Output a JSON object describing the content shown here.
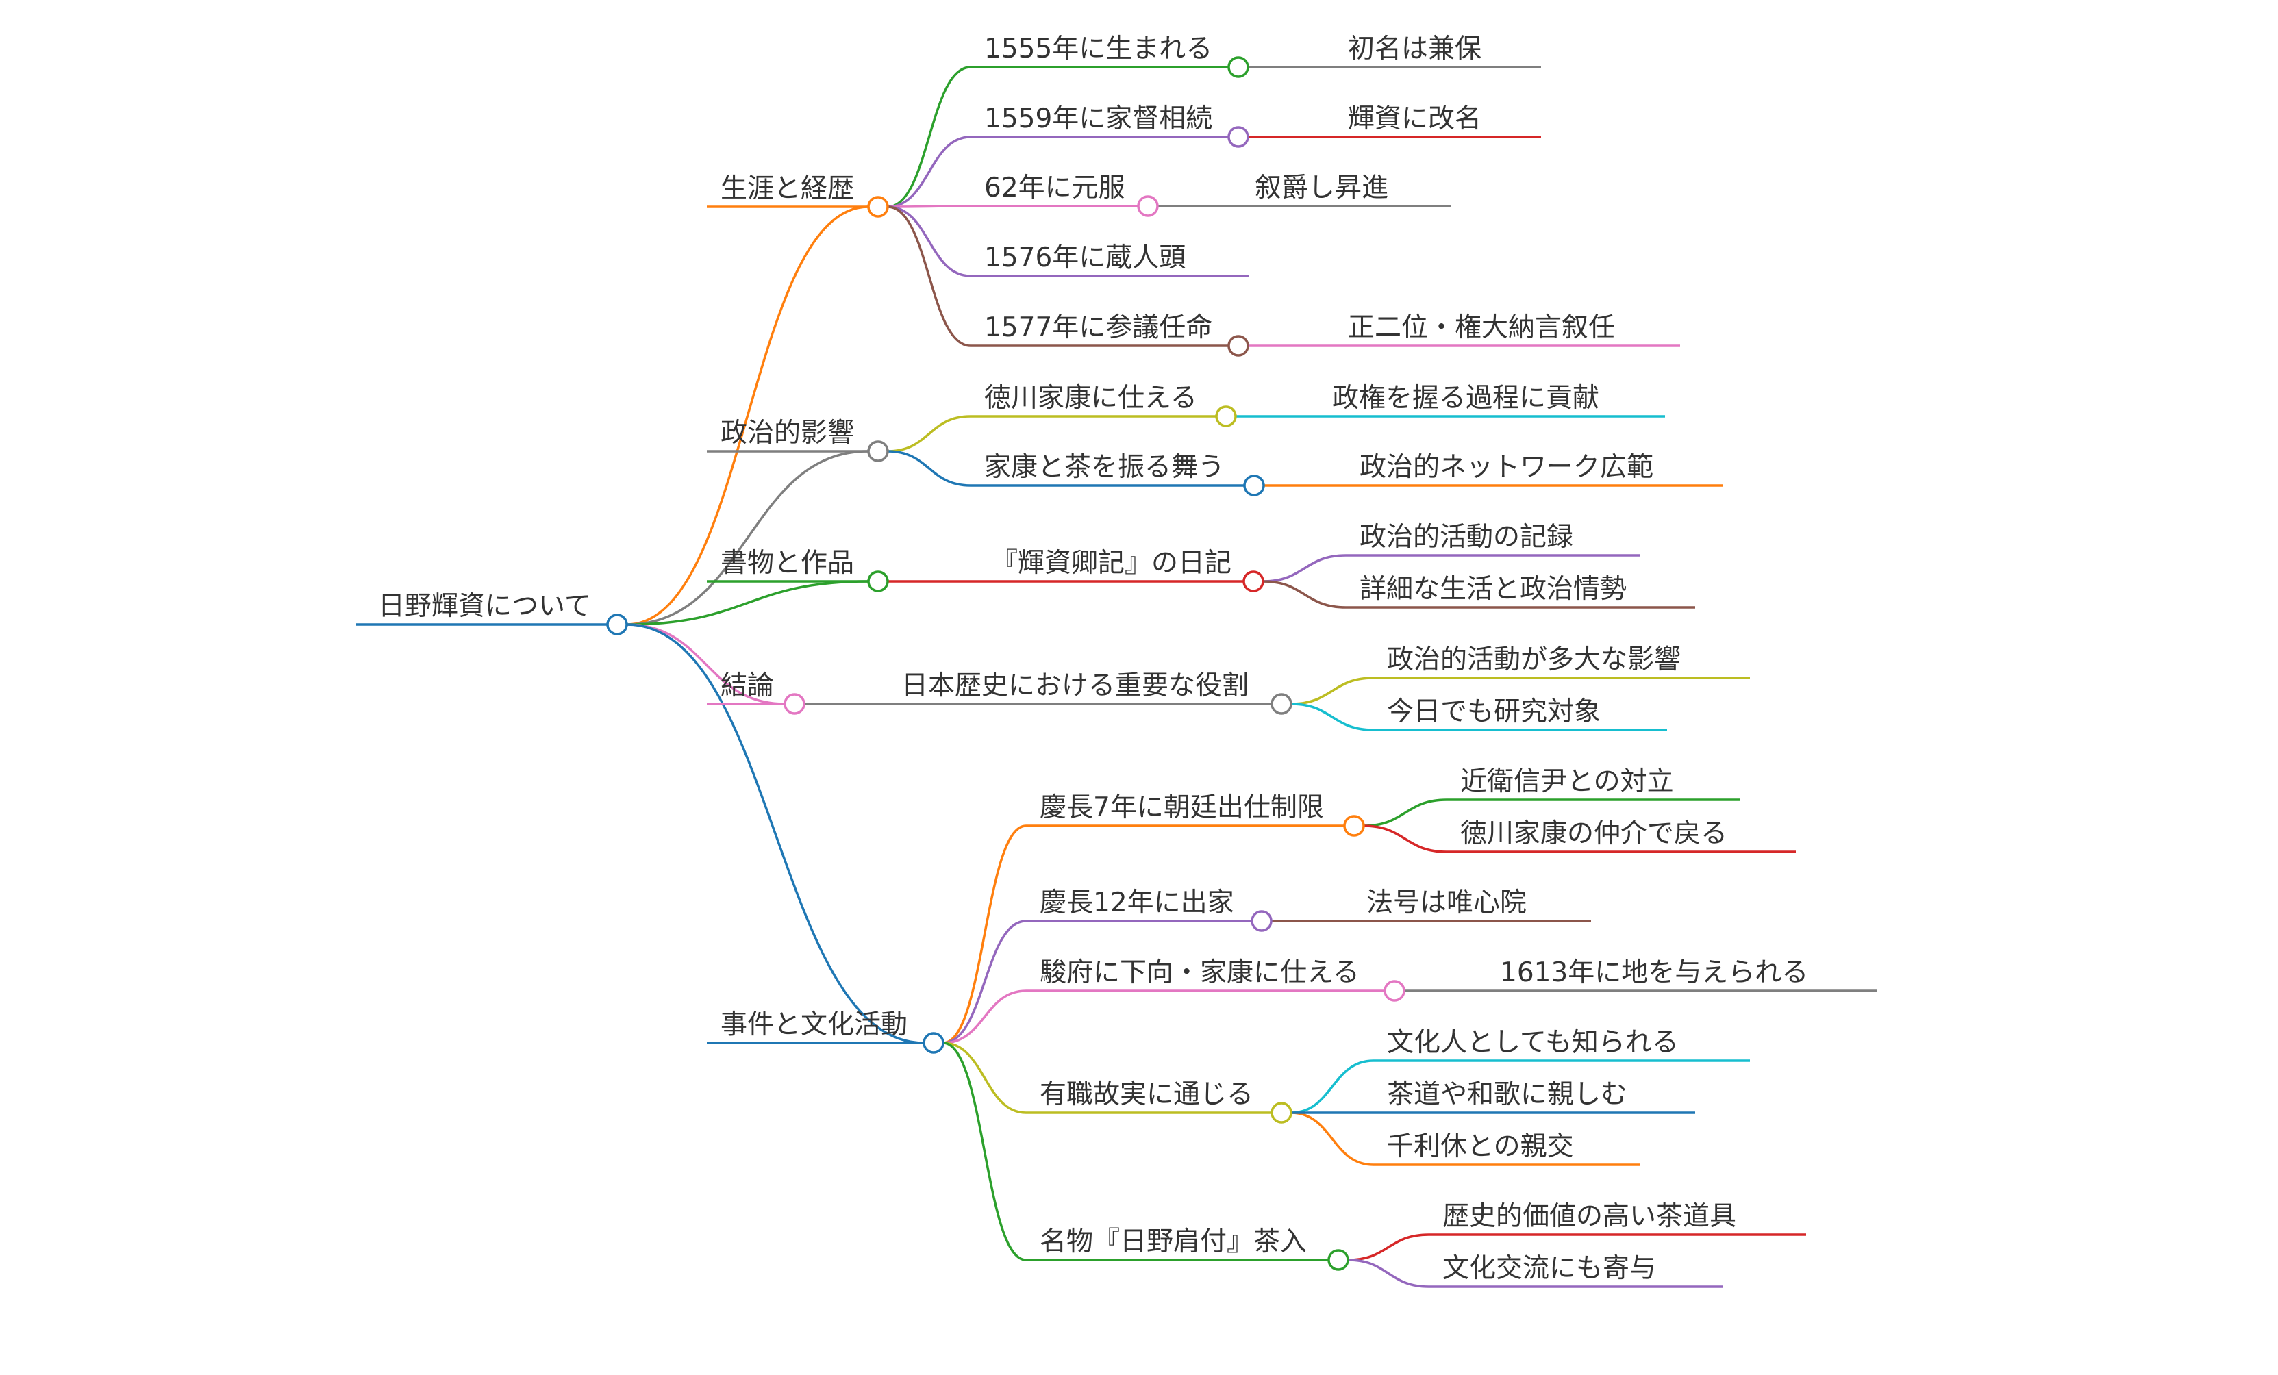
{
  "root": {
    "label": "日野輝資について",
    "color": "#1f77b4"
  },
  "branches": [
    {
      "id": "career",
      "label": "生涯と経歴",
      "color": "#ff7f0e",
      "children": [
        {
          "id": "born",
          "label": "1555年に生まれる",
          "color": "#2ca02c",
          "children": [
            {
              "id": "born-name",
              "label": "初名は兼保",
              "color": "#7f7f7f"
            }
          ]
        },
        {
          "id": "succession",
          "label": "1559年に家督相続",
          "color": "#9467bd",
          "children": [
            {
              "id": "rename",
              "label": "輝資に改名",
              "color": "#d62728"
            }
          ]
        },
        {
          "id": "genpuku",
          "label": "62年に元服",
          "color": "#e377c2",
          "children": [
            {
              "id": "promotion",
              "label": "叙爵し昇進",
              "color": "#7f7f7f"
            }
          ]
        },
        {
          "id": "kurodo",
          "label": "1576年に蔵人頭",
          "color": "#9467bd",
          "children": []
        },
        {
          "id": "sangi",
          "label": "1577年に参議任命",
          "color": "#8c564b",
          "children": [
            {
              "id": "dainagon",
              "label": "正二位・権大納言叙任",
              "color": "#e377c2"
            }
          ]
        }
      ]
    },
    {
      "id": "politics",
      "label": "政治的影響",
      "color": "#7f7f7f",
      "children": [
        {
          "id": "serve-ieyasu",
          "label": "徳川家康に仕える",
          "color": "#bcbd22",
          "children": [
            {
              "id": "contribution",
              "label": "政権を握る過程に貢献",
              "color": "#17becf"
            }
          ]
        },
        {
          "id": "tea-ieyasu",
          "label": "家康と茶を振る舞う",
          "color": "#1f77b4",
          "children": [
            {
              "id": "network",
              "label": "政治的ネットワーク広範",
              "color": "#ff7f0e"
            }
          ]
        }
      ]
    },
    {
      "id": "writings",
      "label": "書物と作品",
      "color": "#2ca02c",
      "children": [
        {
          "id": "diary",
          "label": "『輝資卿記』の日記",
          "color": "#d62728",
          "children": [
            {
              "id": "record",
              "label": "政治的活動の記録",
              "color": "#9467bd"
            },
            {
              "id": "life",
              "label": "詳細な生活と政治情勢",
              "color": "#8c564b"
            }
          ]
        }
      ]
    },
    {
      "id": "conclusion",
      "label": "結論",
      "color": "#e377c2",
      "children": [
        {
          "id": "role",
          "label": "日本歴史における重要な役割",
          "color": "#7f7f7f",
          "children": [
            {
              "id": "influence",
              "label": "政治的活動が多大な影響",
              "color": "#bcbd22"
            },
            {
              "id": "research",
              "label": "今日でも研究対象",
              "color": "#17becf"
            }
          ]
        }
      ]
    },
    {
      "id": "events",
      "label": "事件と文化活動",
      "color": "#1f77b4",
      "children": [
        {
          "id": "keicho7",
          "label": "慶長7年に朝廷出仕制限",
          "color": "#ff7f0e",
          "children": [
            {
              "id": "konoe",
              "label": "近衛信尹との対立",
              "color": "#2ca02c"
            },
            {
              "id": "return",
              "label": "徳川家康の仲介で戻る",
              "color": "#d62728"
            }
          ]
        },
        {
          "id": "keicho12",
          "label": "慶長12年に出家",
          "color": "#9467bd",
          "children": [
            {
              "id": "hogo",
              "label": "法号は唯心院",
              "color": "#8c564b"
            }
          ]
        },
        {
          "id": "sunpu",
          "label": "駿府に下向・家康に仕える",
          "color": "#e377c2",
          "children": [
            {
              "id": "land",
              "label": "1613年に地を与えられる",
              "color": "#7f7f7f"
            }
          ]
        },
        {
          "id": "yusoku",
          "label": "有職故実に通じる",
          "color": "#bcbd22",
          "children": [
            {
              "id": "bunka",
              "label": "文化人としても知られる",
              "color": "#17becf"
            },
            {
              "id": "sado",
              "label": "茶道や和歌に親しむ",
              "color": "#1f77b4"
            },
            {
              "id": "rikyu",
              "label": "千利休との親交",
              "color": "#ff7f0e"
            }
          ]
        },
        {
          "id": "katatsuki",
          "label": "名物『日野肩付』茶入",
          "color": "#2ca02c",
          "children": [
            {
              "id": "chadogu",
              "label": "歴史的価値の高い茶道具",
              "color": "#d62728"
            },
            {
              "id": "exchange",
              "label": "文化交流にも寄与",
              "color": "#9467bd"
            }
          ]
        }
      ]
    }
  ]
}
